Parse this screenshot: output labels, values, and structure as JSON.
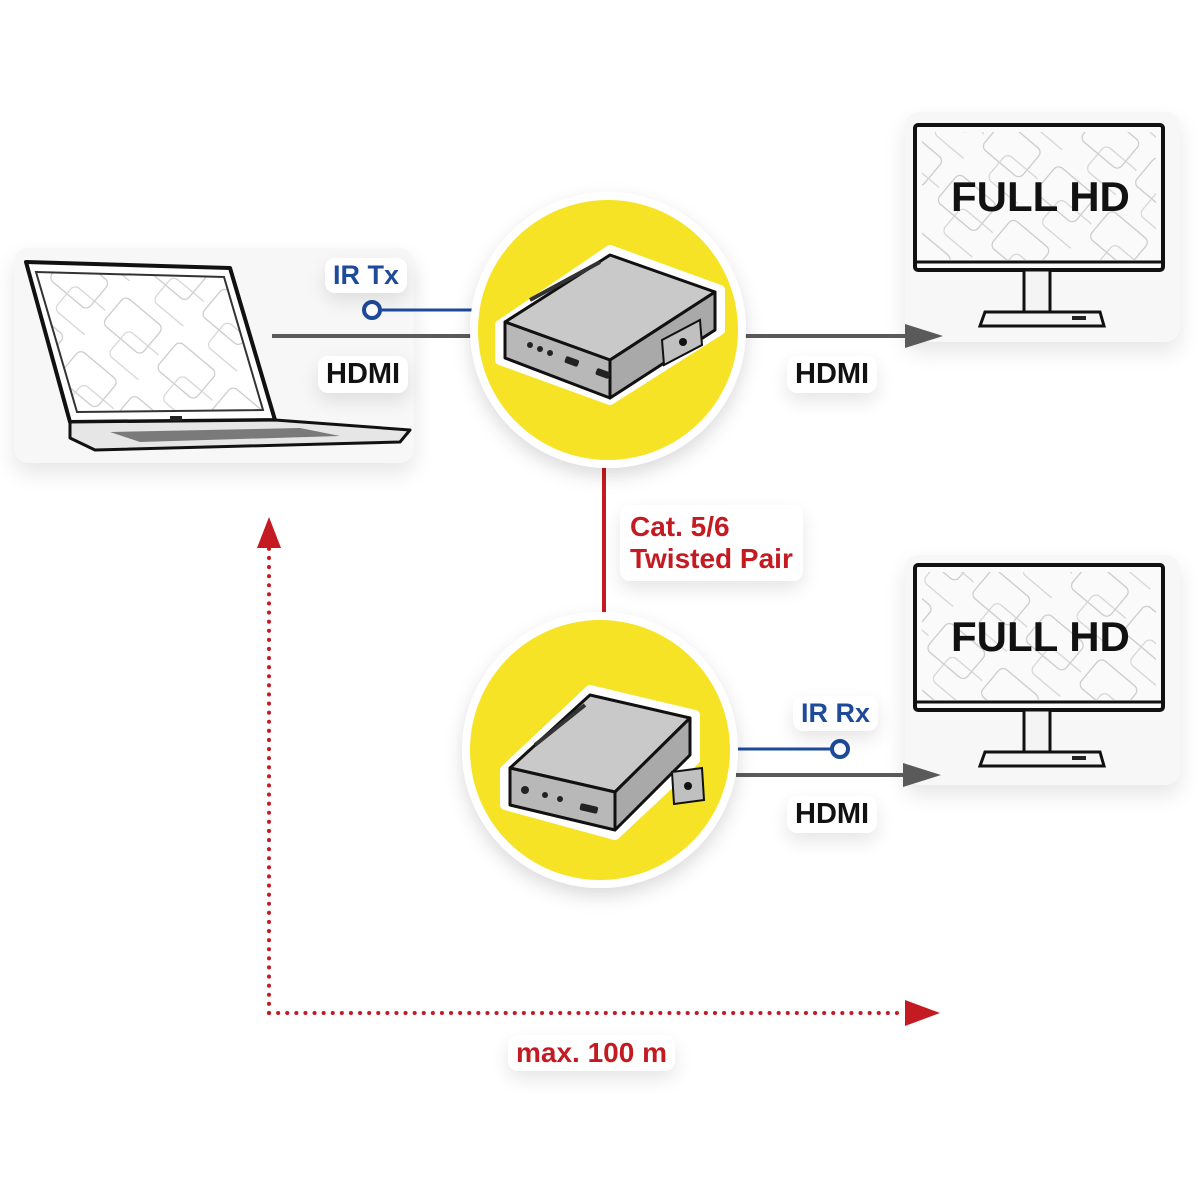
{
  "diagram": {
    "type": "HDMI extender over twisted pair — connection diagram",
    "colors": {
      "background": "#ffffff",
      "hdmi_line": "#5a5a5a",
      "ir_line": "#1e4a9a",
      "twisted_pair_line": "#c41a22",
      "distance_line": "#c41a22",
      "device_circle": "#f7e325",
      "label_black": "#111111",
      "label_blue": "#1e4a9a",
      "label_red": "#c41a22"
    },
    "nodes": {
      "source": {
        "name": "Laptop",
        "icon": "laptop-icon"
      },
      "transmitter": {
        "name": "HDMI Extender Transmitter",
        "icon": "extender-box-icon"
      },
      "receiver": {
        "name": "HDMI Extender Receiver",
        "icon": "extender-box-icon"
      },
      "display_top": {
        "name": "Monitor",
        "icon": "monitor-icon",
        "screen_text": "FULL HD"
      },
      "display_bottom": {
        "name": "Monitor",
        "icon": "monitor-icon",
        "screen_text": "FULL HD"
      }
    },
    "edges": {
      "laptop_to_tx": {
        "label": "HDMI"
      },
      "ir_tx": {
        "label": "IR Tx"
      },
      "tx_to_display": {
        "label": "HDMI"
      },
      "tx_to_rx": {
        "label_line1": "Cat. 5/6",
        "label_line2": "Twisted Pair"
      },
      "ir_rx": {
        "label": "IR Rx"
      },
      "rx_to_display": {
        "label": "HDMI"
      },
      "distance": {
        "label": "max. 100 m"
      }
    }
  }
}
